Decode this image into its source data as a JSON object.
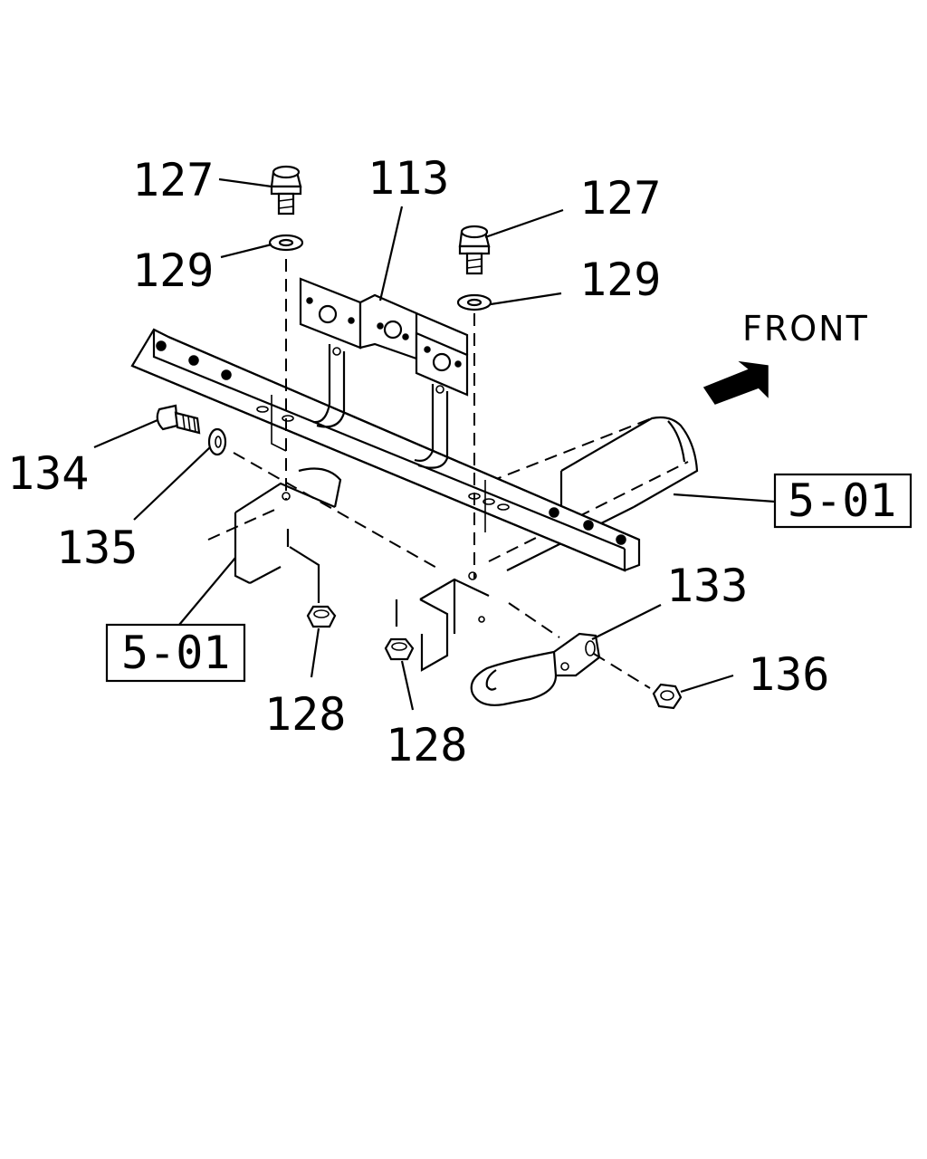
{
  "diagram": {
    "front_label": "FRONT",
    "callouts": [
      {
        "id": "c127a",
        "text": "127"
      },
      {
        "id": "c113",
        "text": "113"
      },
      {
        "id": "c127b",
        "text": "127"
      },
      {
        "id": "c129a",
        "text": "129"
      },
      {
        "id": "c129b",
        "text": "129"
      },
      {
        "id": "c134",
        "text": "134"
      },
      {
        "id": "c135",
        "text": "135"
      },
      {
        "id": "c501a",
        "text": "5-01"
      },
      {
        "id": "c501b",
        "text": "5-01"
      },
      {
        "id": "c133",
        "text": "133"
      },
      {
        "id": "c136",
        "text": "136"
      },
      {
        "id": "c128a",
        "text": "128"
      },
      {
        "id": "c128b",
        "text": "128"
      }
    ]
  }
}
